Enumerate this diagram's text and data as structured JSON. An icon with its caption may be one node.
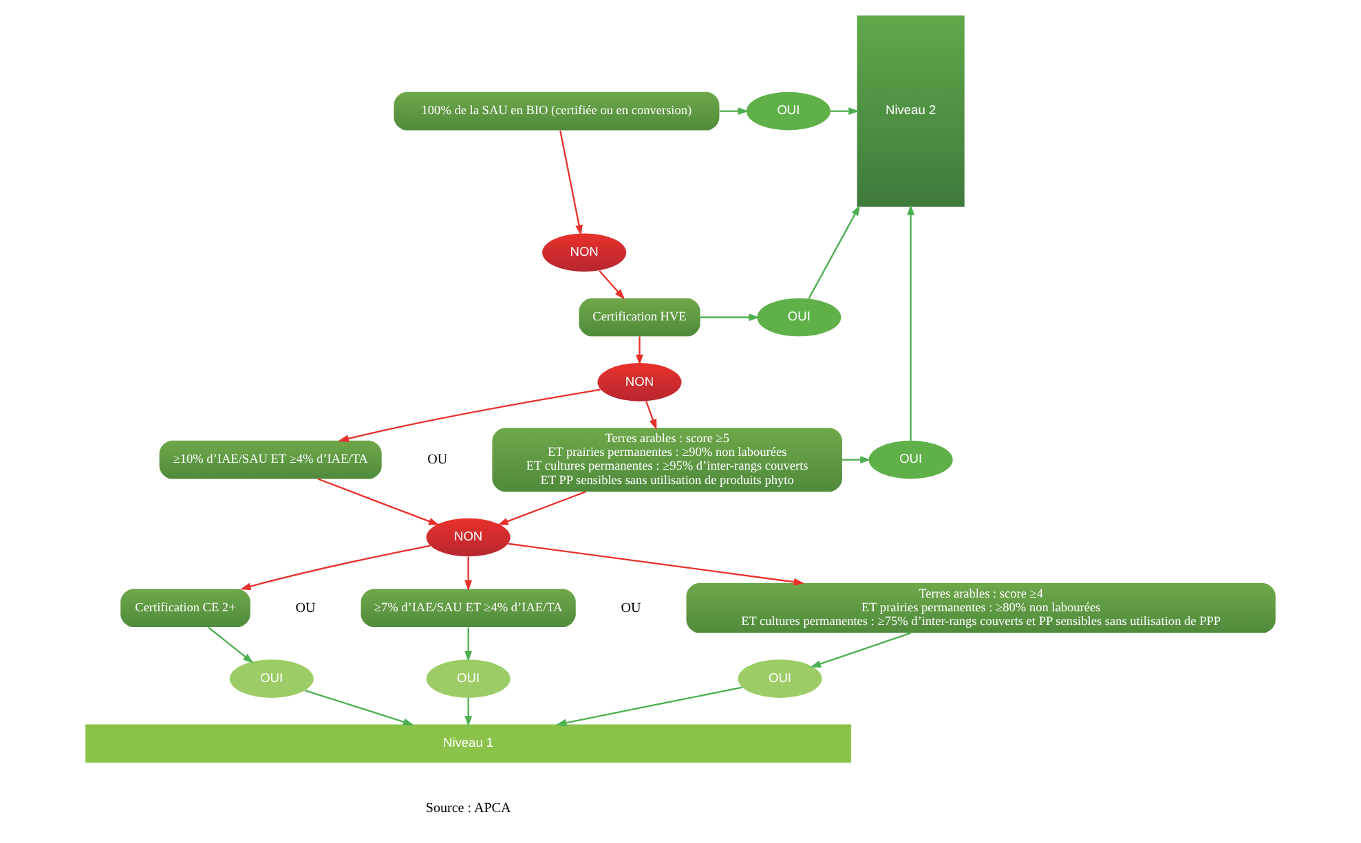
{
  "diagram": {
    "nodes": [
      {
        "text": [
          "100% de la SAU en BIO (certifiée ou en conversion)"
        ]
      },
      {
        "text": [
          "OUI"
        ]
      },
      {
        "text": [
          "Niveau 2"
        ]
      },
      {
        "text": [
          "NON"
        ]
      },
      {
        "text": [
          "Certification HVE"
        ]
      },
      {
        "text": [
          "OUI"
        ]
      },
      {
        "text": [
          "NON"
        ]
      },
      {
        "text": [
          "≥10% d’IAE/SAU ET ≥4% d’IAE/TA"
        ]
      },
      {
        "text": [
          "Terres arables : score ≥5",
          "ET prairies permanentes : ≥90% non labourées",
          "ET cultures permanentes : ≥95% d’inter-rangs couverts",
          "ET PP sensibles sans utilisation de produits phyto"
        ]
      },
      {
        "text": [
          "OUI"
        ]
      },
      {
        "text": [
          "NON"
        ]
      },
      {
        "text": [
          "Certification CE 2+"
        ]
      },
      {
        "text": [
          "≥7% d’IAE/SAU ET ≥4% d’IAE/TA"
        ]
      },
      {
        "text": [
          "Terres arables : score ≥4",
          "ET prairies permanentes : ≥80% non labourées",
          "ET cultures permanentes : ≥75% d’inter-rangs couverts et PP sensibles sans utilisation de PPP"
        ]
      },
      {
        "text": [
          "OUI"
        ]
      },
      {
        "text": [
          "OUI"
        ]
      },
      {
        "text": [
          "OUI"
        ]
      },
      {
        "text": [
          "Niveau 1"
        ]
      }
    ],
    "edges": [
      {
        "from": 0,
        "to": 1,
        "arrow": "to"
      },
      {
        "from": 1,
        "to": 2,
        "arrow": "to"
      },
      {
        "from": 0,
        "to": 3,
        "arrow": "to",
        "color": "#e8312c"
      },
      {
        "from": 3,
        "to": 4,
        "arrow": "to",
        "color": "#e8312c"
      },
      {
        "from": 4,
        "to": 5,
        "arrow": "to"
      },
      {
        "from": 5,
        "to": 2,
        "arrow": "to"
      },
      {
        "from": 4,
        "to": 6,
        "arrow": "to",
        "color": "#e8312c"
      },
      {
        "from": 6,
        "to": 7,
        "arrow": "to",
        "color": "#e8312c"
      },
      {
        "from": 6,
        "to": 8,
        "arrow": "to",
        "color": "#e8312c"
      },
      {
        "from": 8,
        "to": 9,
        "arrow": "to"
      },
      {
        "from": 9,
        "to": 2,
        "arrow": "to"
      },
      {
        "from": 7,
        "to": 10,
        "arrow": "to",
        "color": "#e8312c"
      },
      {
        "from": 8,
        "to": 10,
        "arrow": "to",
        "color": "#e8312c"
      },
      {
        "from": 10,
        "to": 11,
        "arrow": "to",
        "color": "#e8312c"
      },
      {
        "from": 10,
        "to": 12,
        "arrow": "to",
        "color": "#e8312c"
      },
      {
        "from": 10,
        "to": 13,
        "arrow": "to",
        "color": "#e8312c"
      },
      {
        "from": 11,
        "to": 14,
        "arrow": "to"
      },
      {
        "from": 12,
        "to": 15,
        "arrow": "to"
      },
      {
        "from": 13,
        "to": 16,
        "arrow": "to"
      },
      {
        "from": 14,
        "to": 17,
        "arrow": "to"
      },
      {
        "from": 15,
        "to": 17,
        "arrow": "to"
      },
      {
        "from": 16,
        "to": 17,
        "arrow": "to"
      }
    ],
    "labels": [
      "OU",
      "OU",
      "OU",
      "Source : APCA"
    ]
  }
}
